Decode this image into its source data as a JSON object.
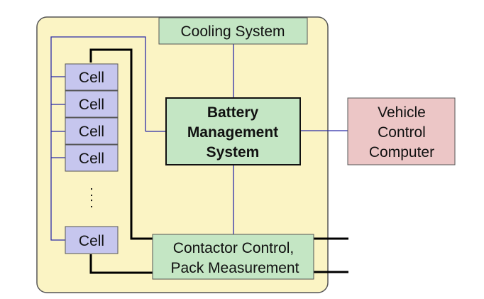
{
  "pack": {
    "cooling_label": "Cooling System",
    "bms_lines": [
      "Battery",
      "Management",
      "System"
    ],
    "cells": [
      "Cell",
      "Cell",
      "Cell",
      "Cell",
      "Cell"
    ],
    "ellipsis": ":",
    "contactor_lines": [
      "Contactor Control,",
      "Pack Measurement"
    ]
  },
  "external": {
    "vcc_lines": [
      "Vehicle",
      "Control",
      "Computer"
    ]
  },
  "colors": {
    "pack_fill": "#fbf4c4",
    "pack_stroke": "#555555",
    "green_box": "#c4e6c4",
    "cell_box": "#c6c6ee",
    "vcc_box": "#ecc6c6",
    "signal_line": "#2b2ba8",
    "power_line": "#000000"
  }
}
